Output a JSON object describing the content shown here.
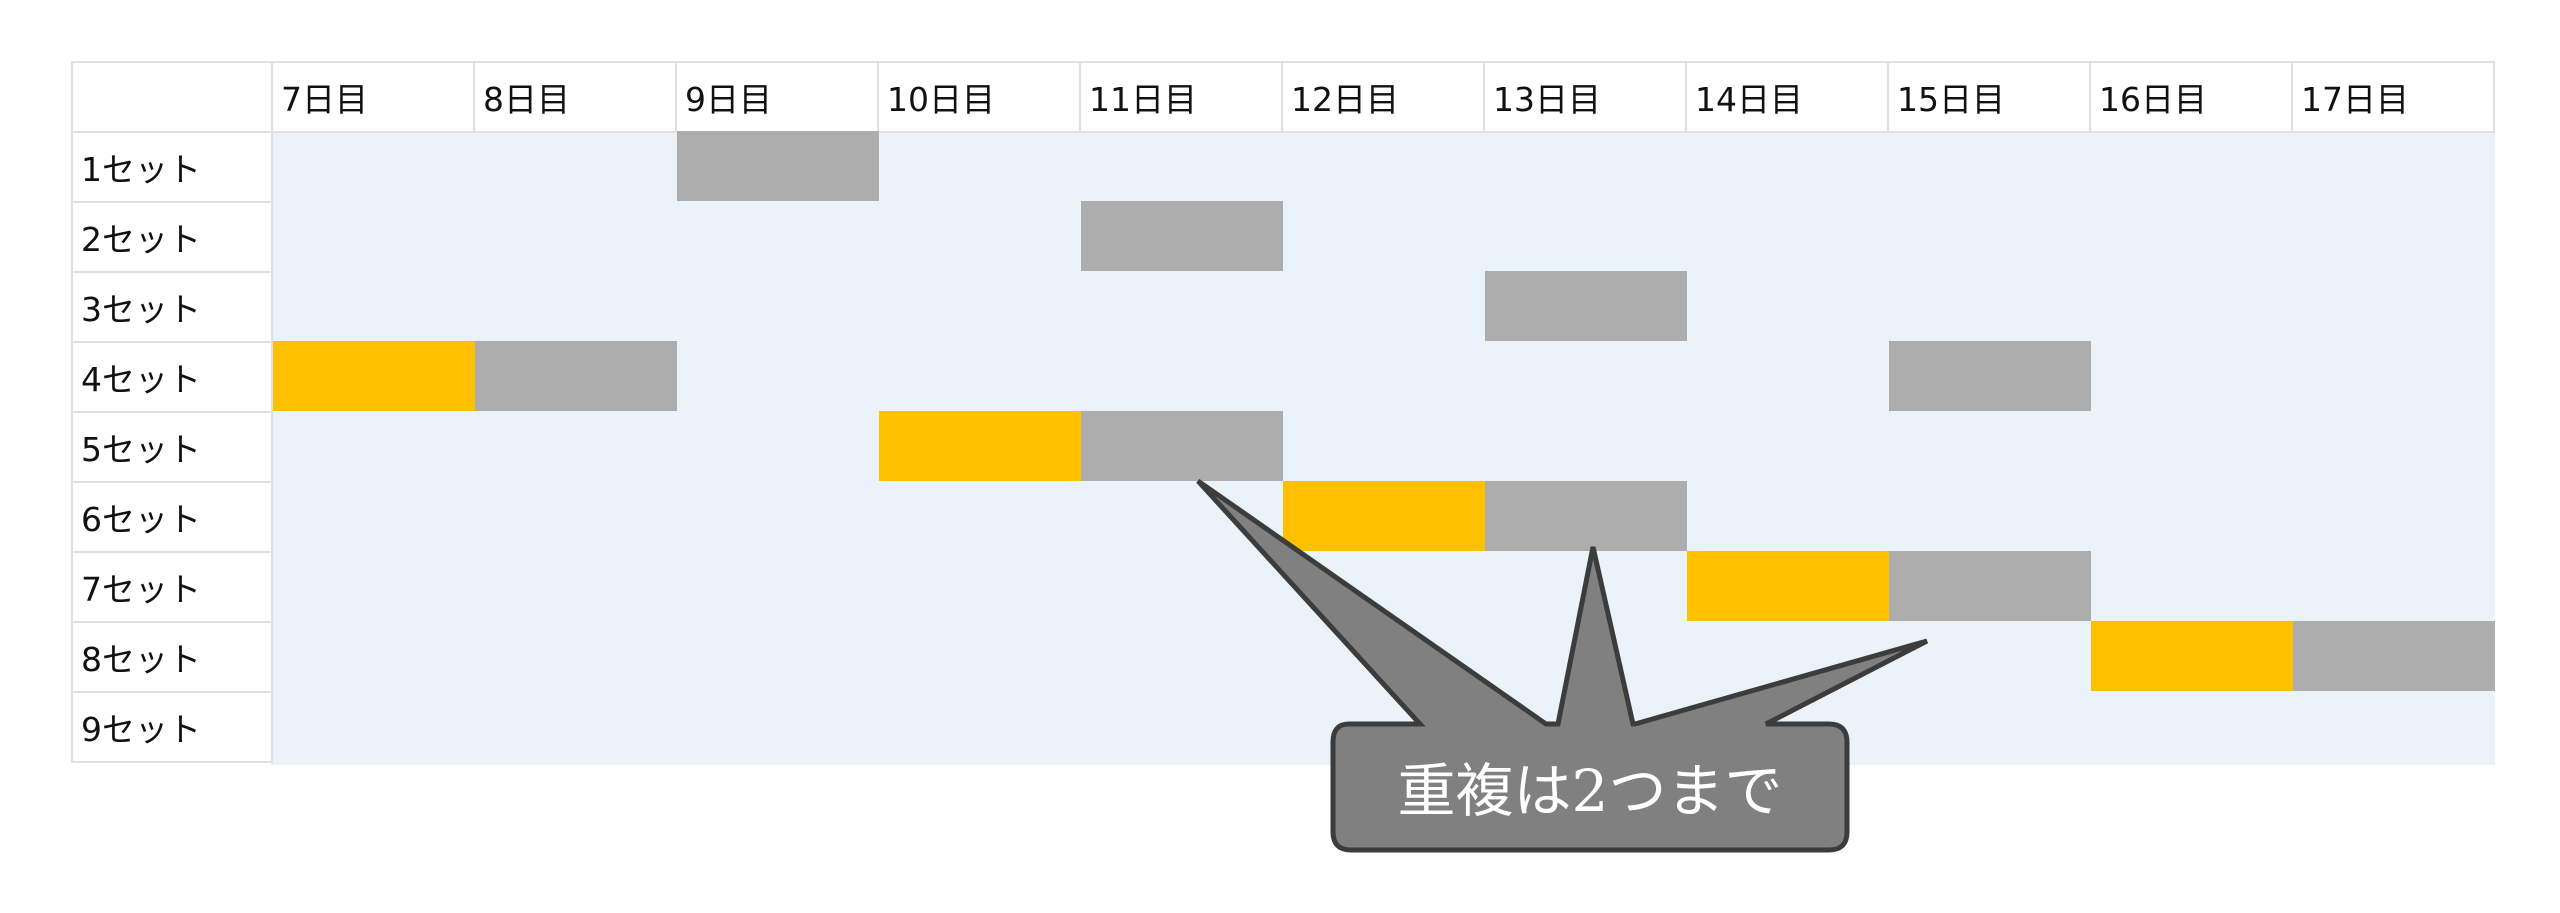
{
  "columns": [
    "7日目",
    "8日目",
    "9日目",
    "10日目",
    "11日目",
    "12日目",
    "13日目",
    "14日目",
    "15日目",
    "16日目",
    "17日目"
  ],
  "rows": [
    "1セット",
    "2セット",
    "3セット",
    "4セット",
    "5セット",
    "6セット",
    "7セット",
    "8セット",
    "9セット"
  ],
  "colors": {
    "start": "#FFC000",
    "overlap": "#ADADAD",
    "background": "#EAF2FA",
    "callout_fill": "#808080",
    "callout_stroke": "#3C3C3C"
  },
  "bars": [
    {
      "row": 0,
      "col": 2,
      "type": "overlap"
    },
    {
      "row": 1,
      "col": 4,
      "type": "overlap"
    },
    {
      "row": 2,
      "col": 6,
      "type": "overlap"
    },
    {
      "row": 3,
      "col": 0,
      "type": "start"
    },
    {
      "row": 3,
      "col": 1,
      "type": "overlap"
    },
    {
      "row": 3,
      "col": 8,
      "type": "overlap"
    },
    {
      "row": 4,
      "col": 3,
      "type": "start"
    },
    {
      "row": 4,
      "col": 4,
      "type": "overlap"
    },
    {
      "row": 5,
      "col": 5,
      "type": "start"
    },
    {
      "row": 5,
      "col": 6,
      "type": "overlap"
    },
    {
      "row": 6,
      "col": 7,
      "type": "start"
    },
    {
      "row": 6,
      "col": 8,
      "type": "overlap"
    },
    {
      "row": 7,
      "col": 9,
      "type": "start"
    },
    {
      "row": 7,
      "col": 10,
      "type": "overlap"
    }
  ],
  "callout": {
    "text": "重複は2つまで"
  }
}
